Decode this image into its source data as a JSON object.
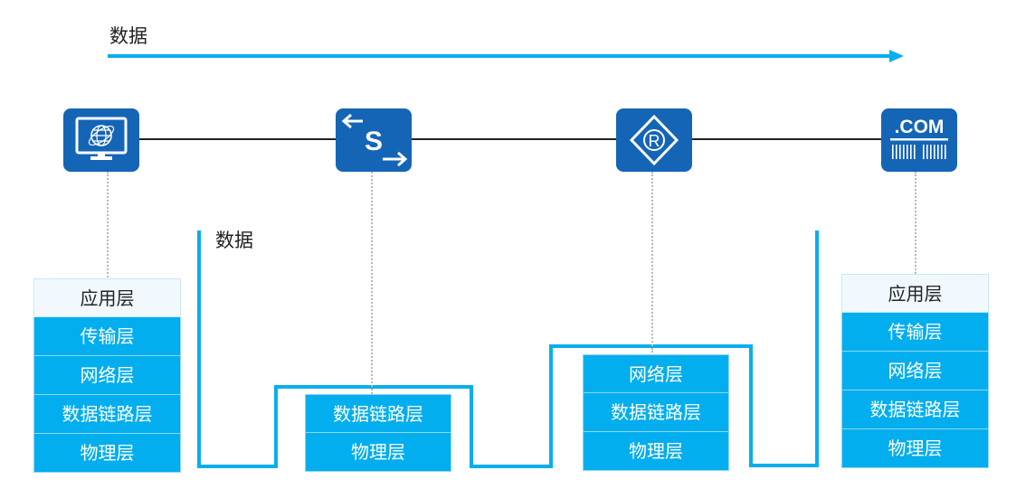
{
  "top_flow": {
    "label": "数据",
    "direction": "right",
    "color": "#09aeee"
  },
  "path_label": "数据",
  "colors": {
    "device": "#1565b6",
    "layer": "#03aeee",
    "app_layer": "#f1f9fe",
    "path": "#09aeee",
    "link": "#222222"
  },
  "devices": [
    {
      "name": "PC",
      "icon": "computer-globe-icon"
    },
    {
      "name": "Switch",
      "icon": "switch-icon",
      "glyph": "S"
    },
    {
      "name": "Router",
      "icon": "router-icon",
      "glyph": "R"
    },
    {
      "name": "Server",
      "icon": "server-com-icon",
      "glyph": ".COM"
    }
  ],
  "stacks": {
    "host_left": [
      "应用层",
      "传输层",
      "网络层",
      "数据链路层",
      "物理层"
    ],
    "switch": [
      "数据链路层",
      "物理层"
    ],
    "router": [
      "网络层",
      "数据链路层",
      "物理层"
    ],
    "host_right": [
      "应用层",
      "传输层",
      "网络层",
      "数据链路层",
      "物理层"
    ]
  }
}
